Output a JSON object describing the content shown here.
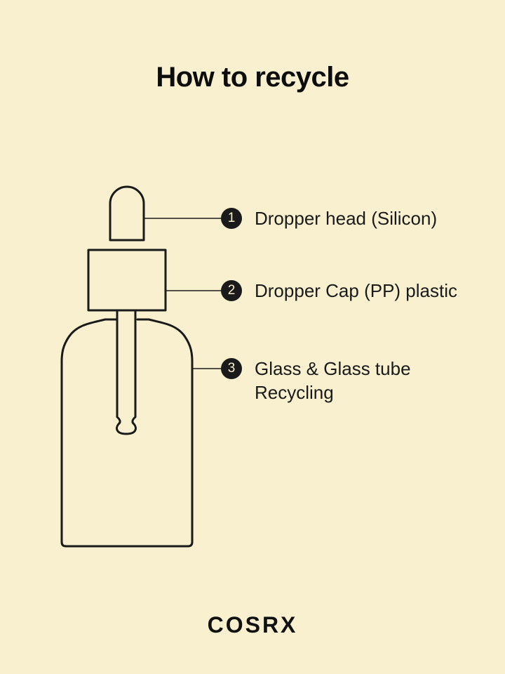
{
  "page": {
    "title": "How to recycle",
    "background_color": "#f8f0cf",
    "ink_color": "#1a1a1a"
  },
  "illustration": {
    "subject": "dropper-bottle",
    "parts": [
      "dropper-head",
      "dropper-cap",
      "glass-bottle",
      "glass-tube"
    ]
  },
  "callouts": [
    {
      "number": "1",
      "label": "Dropper head (Silicon)"
    },
    {
      "number": "2",
      "label": "Dropper Cap (PP) plastic"
    },
    {
      "number": "3",
      "label_line1": "Glass & Glass tube",
      "label_line2": "Recycling"
    }
  ],
  "brand": {
    "logo_text": "COSRX"
  }
}
